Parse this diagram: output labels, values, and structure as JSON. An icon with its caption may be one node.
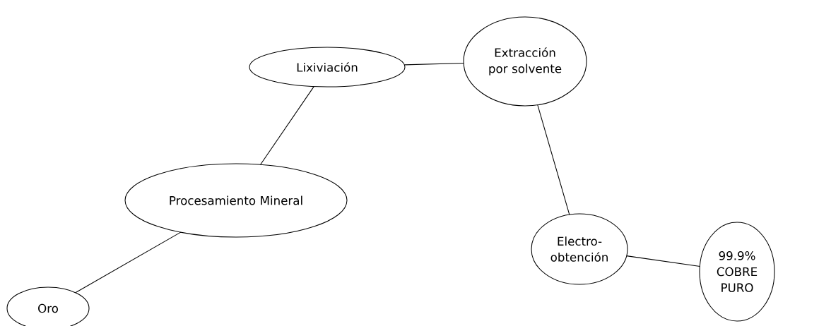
{
  "diagram": {
    "nodes": [
      {
        "text": [
          "Oro"
        ]
      },
      {
        "text": [
          "Procesamiento Mineral"
        ]
      },
      {
        "text": [
          "Lixiviación"
        ]
      },
      {
        "text": [
          "Extracción por solvente"
        ]
      },
      {
        "text": [
          "Electro-obtención"
        ]
      },
      {
        "text": [
          "99.9% COBRE PURO"
        ]
      }
    ],
    "edges": [
      {
        "from": 0,
        "to": 1,
        "arrow": "none"
      },
      {
        "from": 1,
        "to": 2,
        "arrow": "none"
      },
      {
        "from": 2,
        "to": 3,
        "arrow": "none"
      },
      {
        "from": 3,
        "to": 4,
        "arrow": "none"
      },
      {
        "from": 4,
        "to": 5,
        "arrow": "none"
      }
    ]
  }
}
